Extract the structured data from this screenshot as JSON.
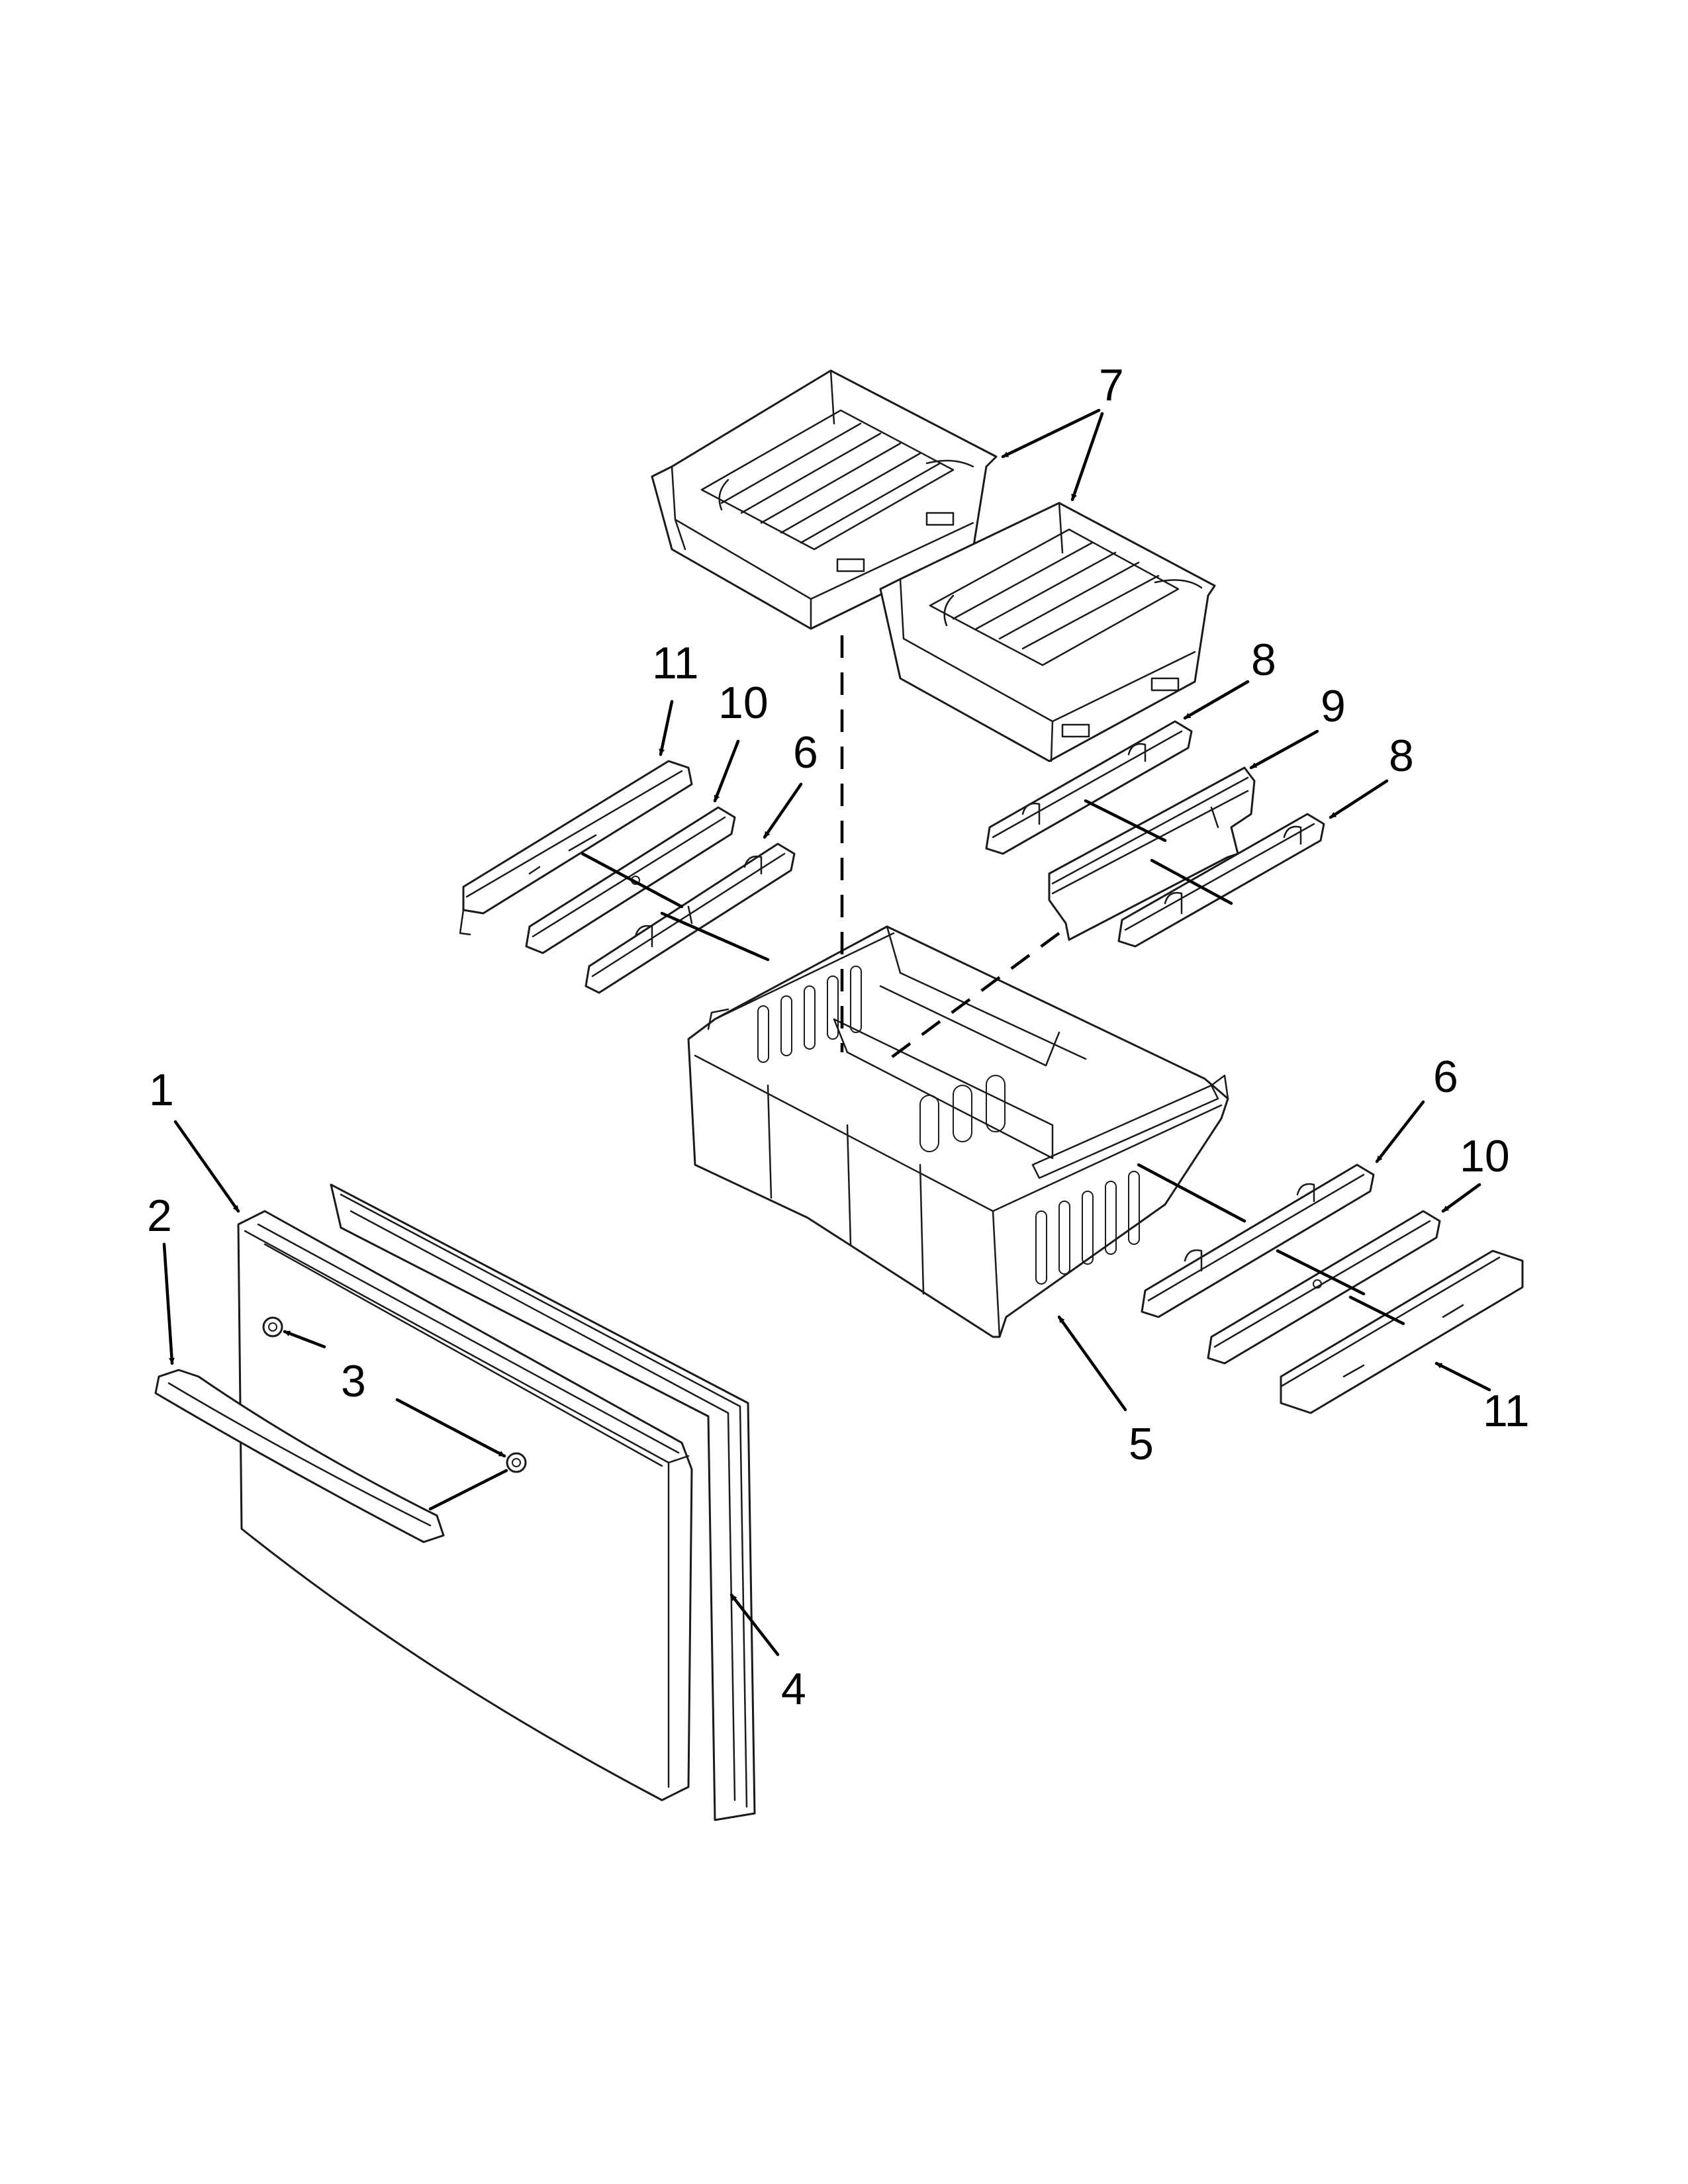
{
  "callouts": {
    "c1": "1",
    "c2": "2",
    "c3": "3",
    "c4": "4",
    "c5": "5",
    "c6a": "6",
    "c6b": "6",
    "c7": "7",
    "c8a": "8",
    "c8b": "8",
    "c9": "9",
    "c10a": "10",
    "c10b": "10",
    "c11a": "11",
    "c11b": "11"
  },
  "colors": {
    "line": "#1a1a1a",
    "background": "#ffffff"
  }
}
